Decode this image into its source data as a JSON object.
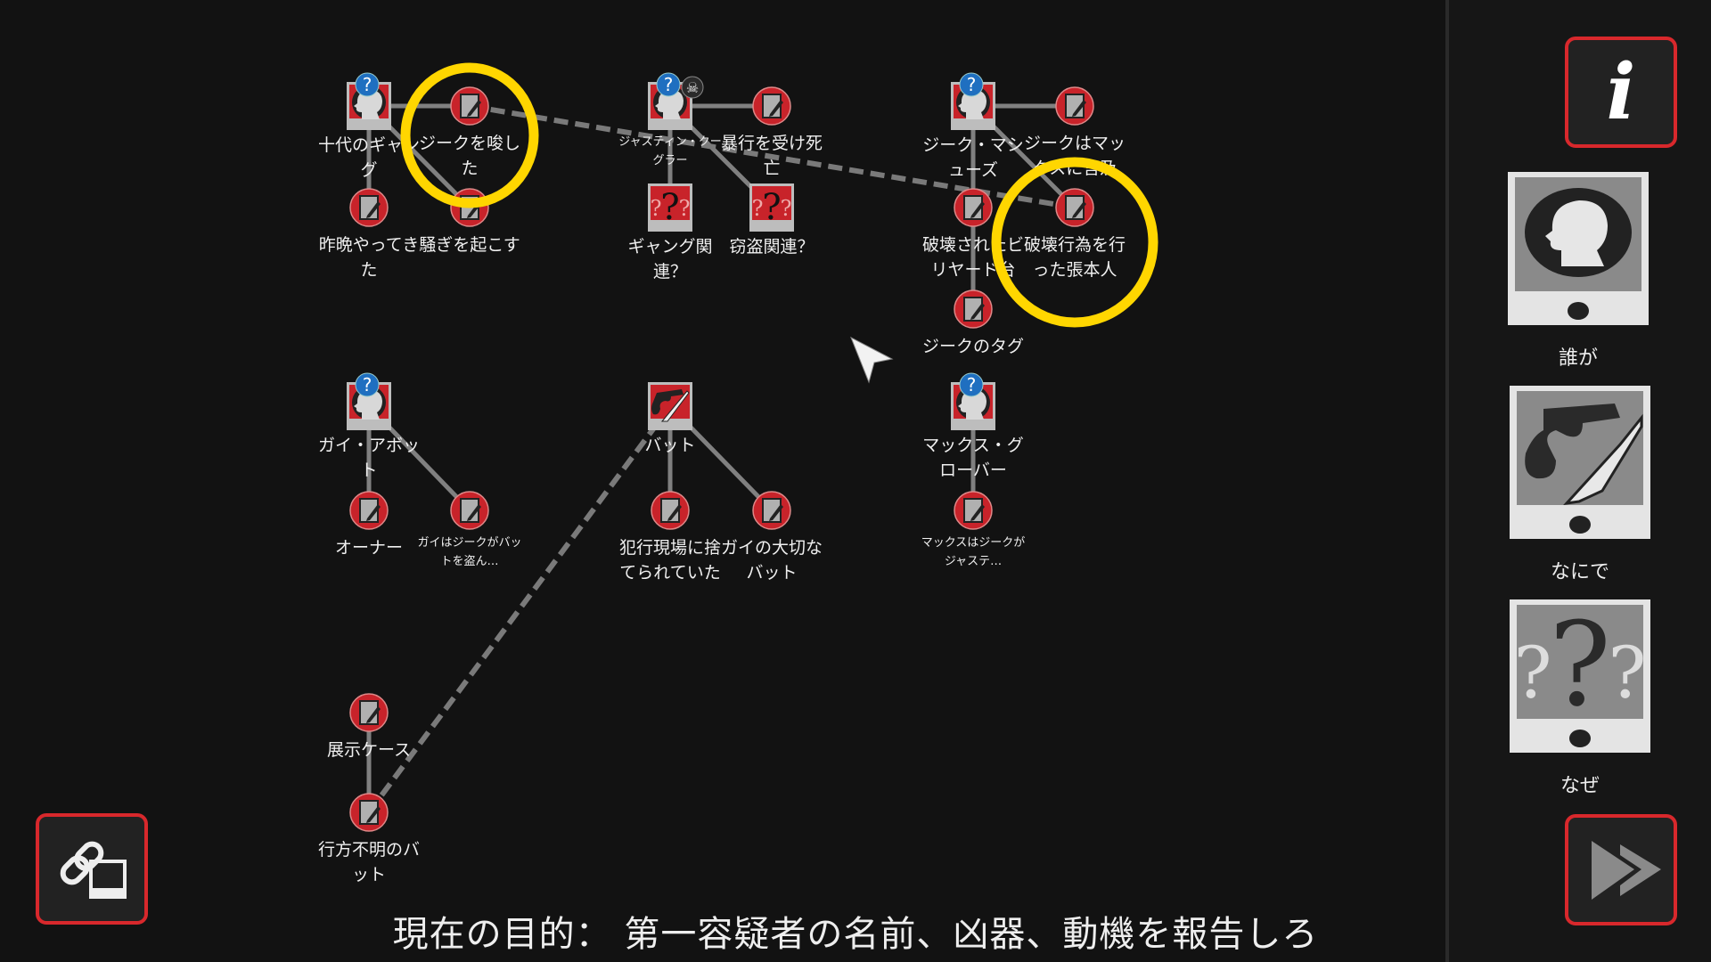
{
  "objective": {
    "text": "現在の目的： 第一容疑者の名前、凶器、動機を報告しろ"
  },
  "nodes": [
    {
      "type": "person",
      "label": "十代のギャング",
      "badge": "question"
    },
    {
      "type": "note",
      "label": "ジークを唆した"
    },
    {
      "type": "note",
      "label": "昨晩やってきた"
    },
    {
      "type": "note",
      "label": "騒ぎを起こす"
    },
    {
      "type": "person",
      "label": "ジャスティン・クーグラー",
      "badge": "question-skull",
      "small": true
    },
    {
      "type": "note",
      "label": "暴行を受け死亡"
    },
    {
      "type": "unknown",
      "label": "ギャング関連？"
    },
    {
      "type": "unknown",
      "label": "窃盗関連？"
    },
    {
      "type": "person",
      "label": "ジーク・マシューズ",
      "badge": "question"
    },
    {
      "type": "note",
      "label": "ジークはマックスに言及"
    },
    {
      "type": "note",
      "label": "破壊されたビリヤード台"
    },
    {
      "type": "note",
      "label": "破壊行為を行った張本人"
    },
    {
      "type": "note",
      "label": "ジークのタグ"
    },
    {
      "type": "person",
      "label": "ガイ・アボット",
      "badge": "question"
    },
    {
      "type": "weapon",
      "label": "バット"
    },
    {
      "type": "person",
      "label": "マックス・グローバー",
      "badge": "question"
    },
    {
      "type": "note",
      "label": "オーナー"
    },
    {
      "type": "note",
      "label": "ガイはジークがバットを盗ん…",
      "small": true
    },
    {
      "type": "note",
      "label": "犯行現場に捨てられていた"
    },
    {
      "type": "note",
      "label": "ガイの大切なバット"
    },
    {
      "type": "note",
      "label": "マックスはジークがジャステ…",
      "small": true
    },
    {
      "type": "note",
      "label": "展示ケース"
    },
    {
      "type": "note",
      "label": "行方不明のバット"
    }
  ],
  "links": {
    "solid": [
      [
        0,
        1
      ],
      [
        0,
        2
      ],
      [
        0,
        3
      ],
      [
        4,
        5
      ],
      [
        4,
        6
      ],
      [
        4,
        7
      ],
      [
        8,
        9
      ],
      [
        8,
        10
      ],
      [
        8,
        11
      ],
      [
        10,
        12
      ],
      [
        13,
        16
      ],
      [
        13,
        17
      ],
      [
        14,
        18
      ],
      [
        14,
        19
      ],
      [
        15,
        20
      ],
      [
        21,
        22
      ]
    ],
    "dashed": [
      [
        1,
        11
      ],
      [
        22,
        14
      ]
    ]
  },
  "highlights": [
    1,
    11
  ],
  "sidebar": {
    "info_label": "i",
    "cards": [
      {
        "icon": "person-head-icon",
        "label": "誰が"
      },
      {
        "icon": "weapon-icon",
        "label": "なにで"
      },
      {
        "icon": "question-marks-icon",
        "label": "なぜ"
      }
    ]
  },
  "colors": {
    "accent_red": "#c8232a",
    "highlight": "#ffd600",
    "panel": "#161616",
    "background": "#121212"
  }
}
